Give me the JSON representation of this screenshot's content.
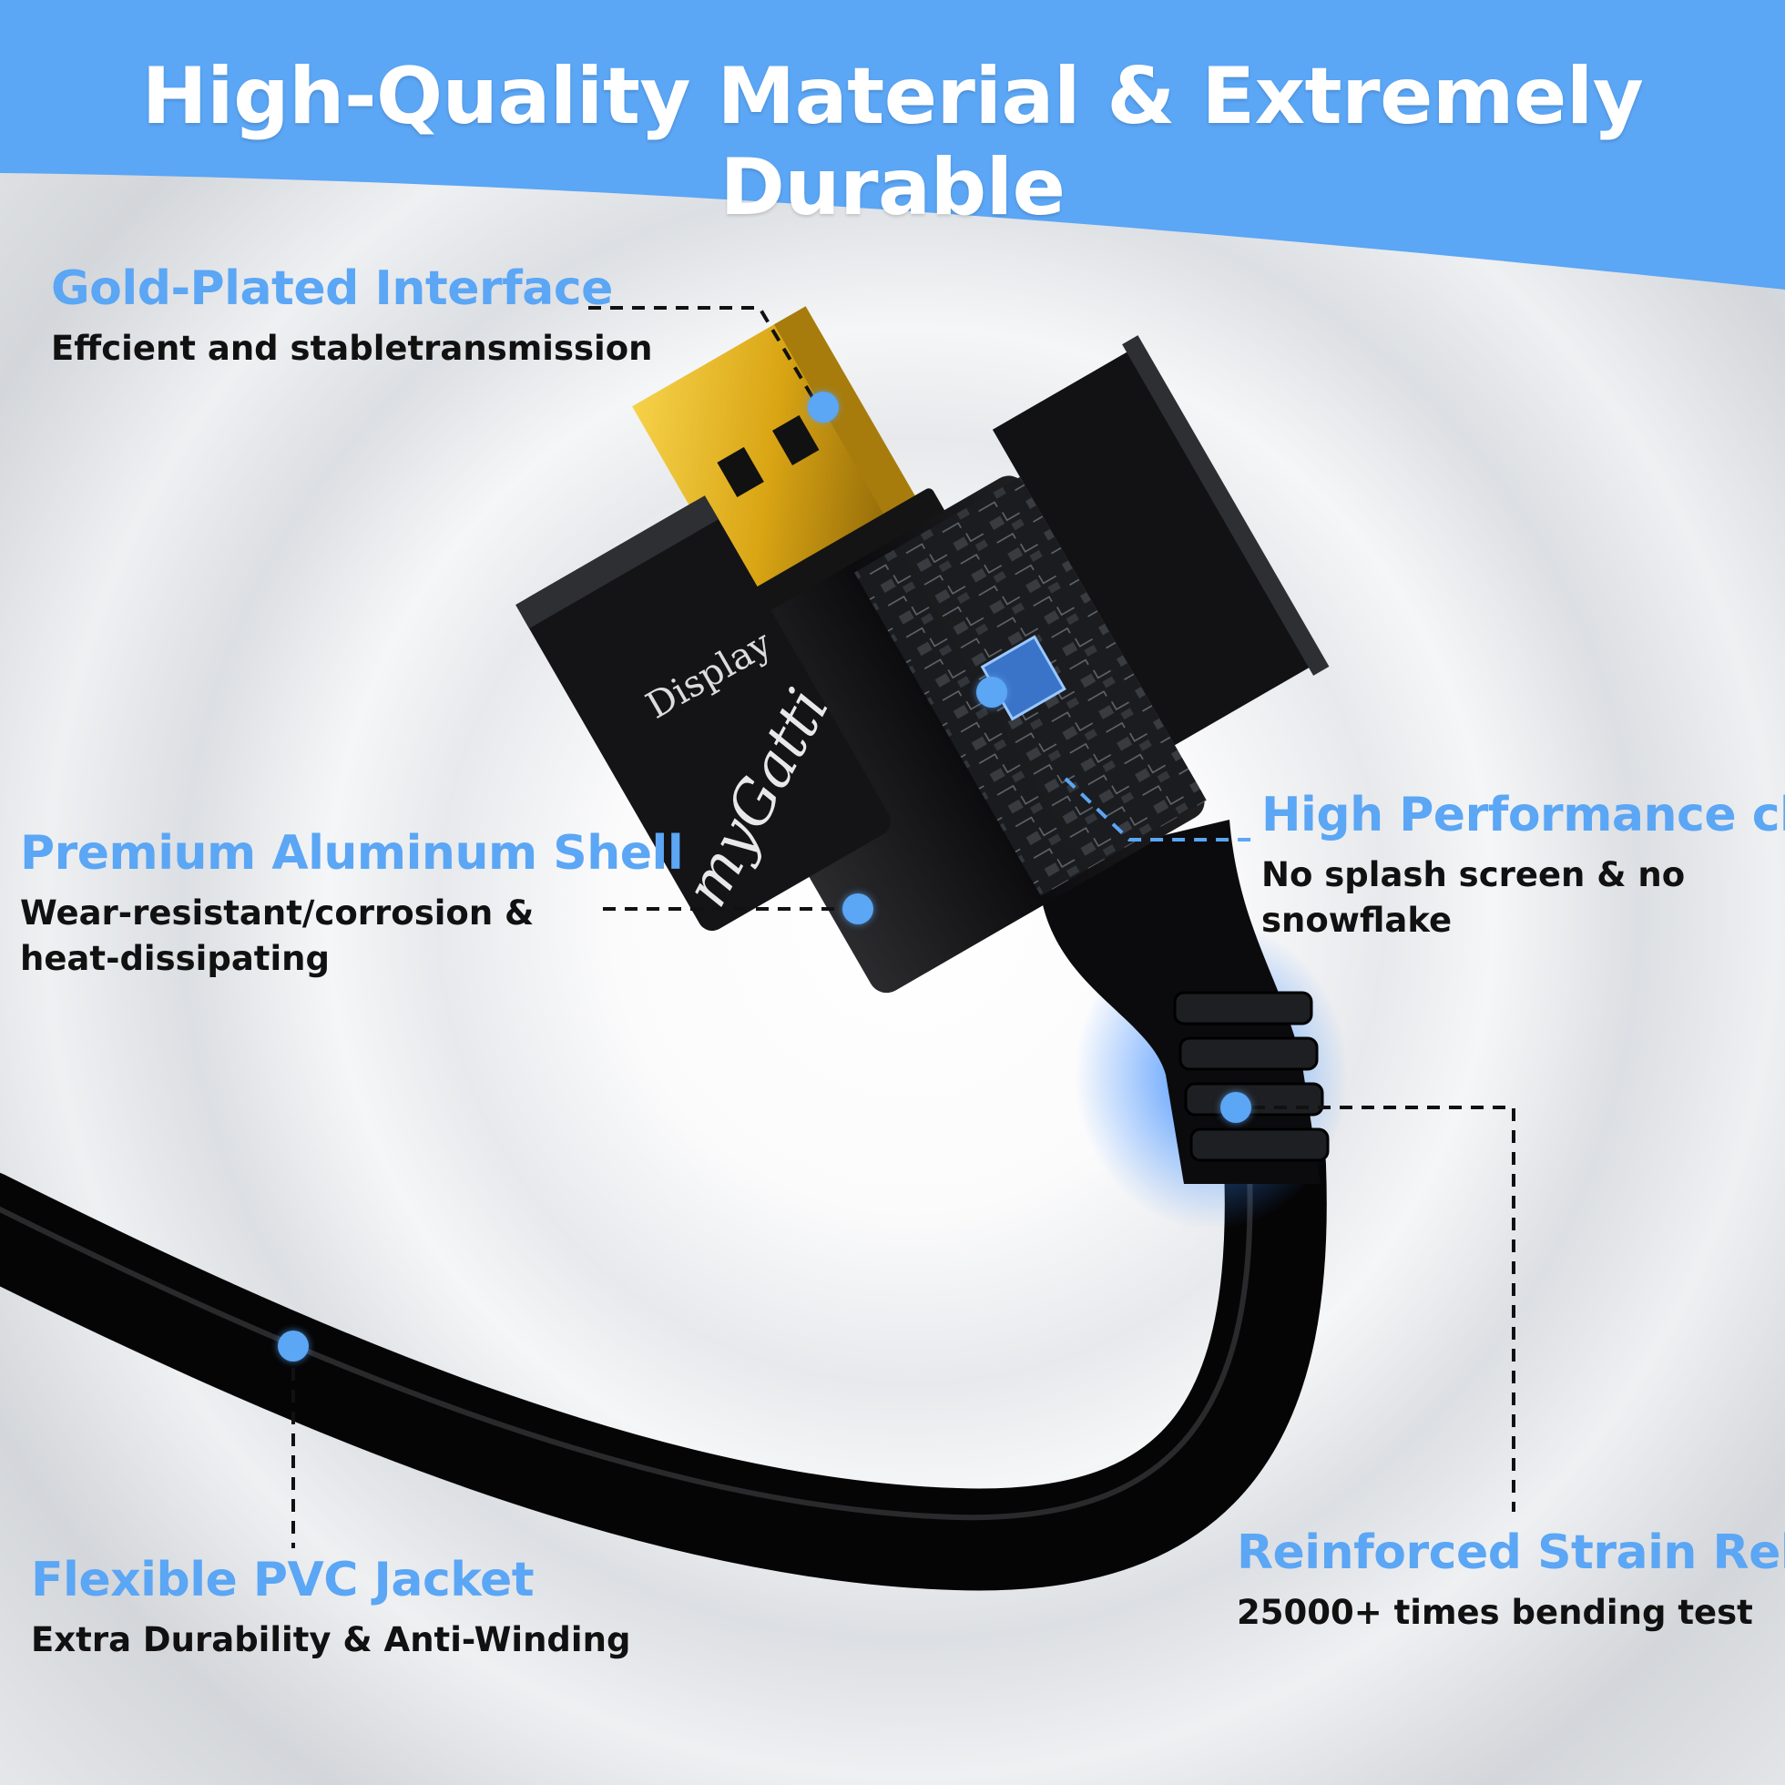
{
  "banner": {
    "title": "High-Quality Material & Extremely Durable",
    "color": "#5ba6f5"
  },
  "accent_color": "#5ba6f5",
  "connector": {
    "brand": "myGatti",
    "label": "Display"
  },
  "callouts": [
    {
      "id": "gold",
      "title": "Gold-Plated Interface",
      "desc": [
        "Effcient and stabletransmission"
      ]
    },
    {
      "id": "aluminum",
      "title": "Premium Aluminum Shell",
      "desc": [
        "Wear-resistant/corrosion &",
        "heat-dissipating"
      ]
    },
    {
      "id": "chip",
      "title": "High Performance chip",
      "desc": [
        "No splash screen & no",
        "snowflake"
      ]
    },
    {
      "id": "pvc",
      "title": "Flexible PVC Jacket",
      "desc": [
        "Extra Durability & Anti-Winding"
      ]
    },
    {
      "id": "strain",
      "title": "Reinforced Strain Relief",
      "desc": [
        "25000+ times bending test"
      ]
    }
  ]
}
